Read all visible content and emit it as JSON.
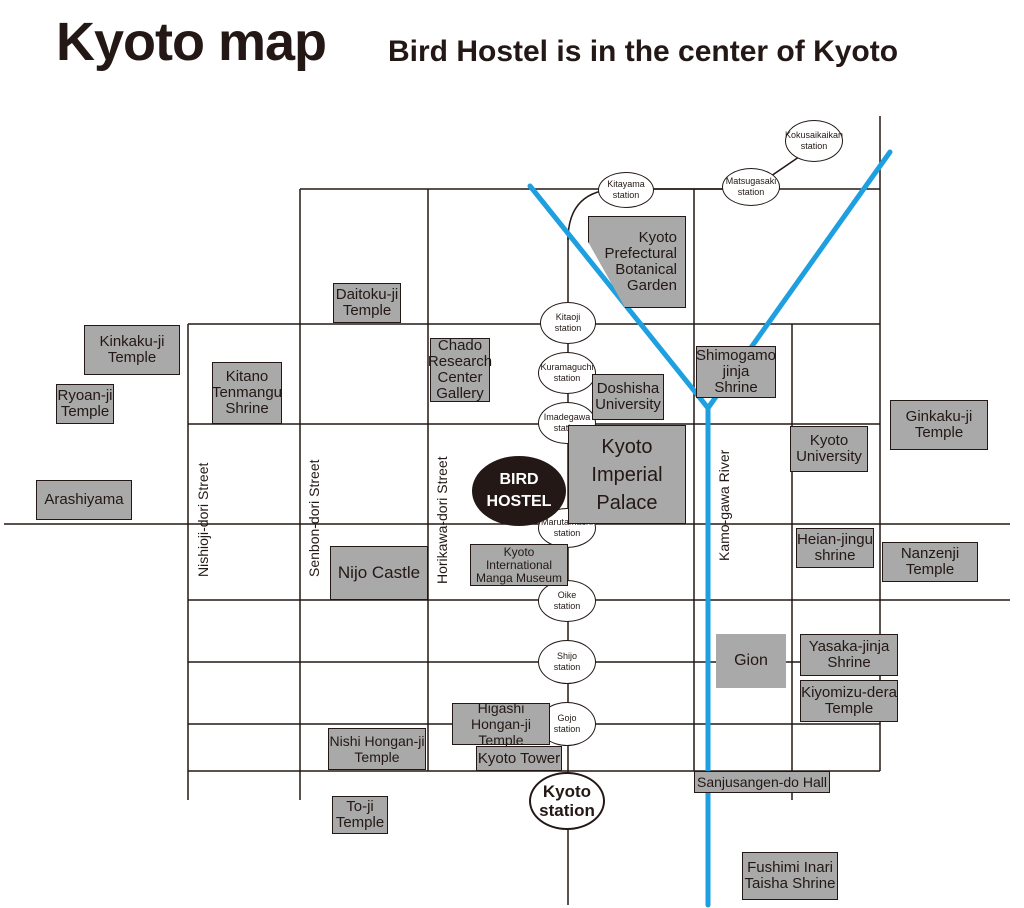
{
  "header": {
    "title": "Kyoto map",
    "subtitle": "Bird Hostel is in the center of Kyoto"
  },
  "colors": {
    "river": "#1e9fe0",
    "landmark_fill": "#a9a9a9",
    "line": "#231815",
    "hostel": "#231815"
  },
  "streets": {
    "nishioji": "Nishioji-dori Street",
    "senbon": "Senbon-dori Street",
    "horikawa": "Horikawa-dori Street",
    "kamogawa": "Kamo-gawa River"
  },
  "hostel": {
    "label": "BIRD\nHOSTEL"
  },
  "kyoto_station": {
    "label": "Kyoto\nstation"
  },
  "stations": {
    "kokusaikaikan": "Kokusaikaikan\nstation",
    "matsugasaki": "Matsugasaki\nstation",
    "kitayama": "Kitayama\nstation",
    "kitaoji": "Kitaoji\nstation",
    "kuramaguchi": "Kuramaguchi\nstation",
    "imadegawa": "Imadegawa\nstation",
    "marutamachi": "Marutamachi\nstation",
    "oike": "Oike\nstation",
    "shijo": "Shijo\nstation",
    "gojo": "Gojo\nstation"
  },
  "landmarks": {
    "botanical": "Kyoto\nPrefectural\nBotanical\nGarden",
    "daitokuji": "Daitoku-ji\nTemple",
    "kinkakuji": "Kinkaku-ji\nTemple",
    "ryoanji": "Ryoan-ji\nTemple",
    "kitano": "Kitano\nTenmangu\nShrine",
    "chado": "Chado\nResearch\nCenter\nGallery",
    "shimogamo": "Shimogamo\njinja\nShrine",
    "doshisha": "Doshisha\nUniversity",
    "ginkakuji": "Ginkaku-ji\nTemple",
    "imperial": "Kyoto\nImperial\nPalace",
    "kyoto_univ": "Kyoto\nUniversity",
    "arashiyama": "Arashiyama",
    "nijo": "Nijo Castle",
    "manga": "Kyoto\nInternational\nManga Museum",
    "heian": "Heian-jingu\nshrine",
    "nanzenji": "Nanzenji\nTemple",
    "gion": "Gion",
    "yasaka": "Yasaka-jinja\nShrine",
    "kiyomizu": "Kiyomizu-dera\nTemple",
    "higashi": "Higashi Hongan-ji\nTemple",
    "nishi": "Nishi Hongan-ji\nTemple",
    "kyoto_tower": "Kyoto Tower",
    "sanjusangen": "Sanjusangen-do Hall",
    "toji": "To-ji\nTemple",
    "fushimi": "Fushimi Inari\nTaisha Shrine"
  }
}
